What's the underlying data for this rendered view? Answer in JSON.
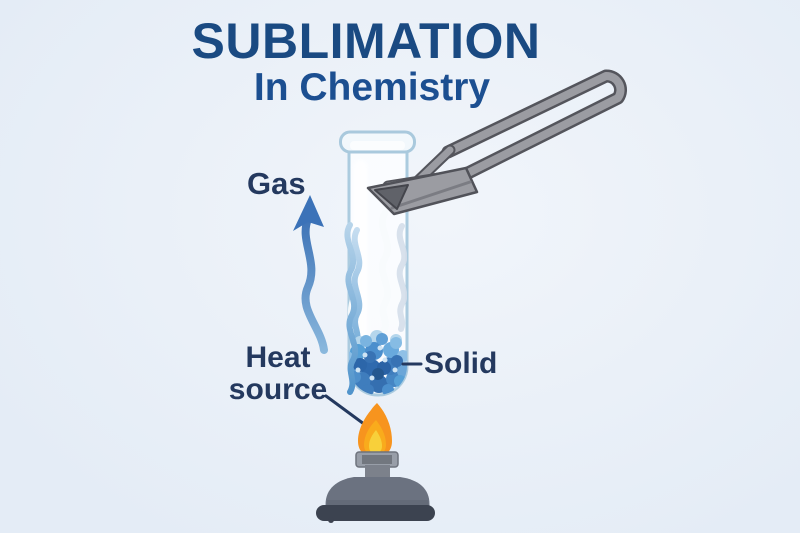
{
  "page": {
    "background": "#eaf0f8"
  },
  "header": {
    "title": "SUBLIMATION",
    "title_color": "#1a4a82",
    "subtitle": "In Chemistry",
    "subtitle_color": "#1c4f91"
  },
  "labels": {
    "color": "#24395f",
    "gas": "Gas",
    "heat_line1": "Heat",
    "heat_line2": "source",
    "solid": "Solid"
  },
  "diagram": {
    "test_tube": {
      "outline": "#a9c9dd",
      "glass_fill": "#fbfdff"
    },
    "gas_arrow": {
      "head_color": "#3b72b8",
      "gradient_top": "#3a6fb4",
      "gradient_bottom": "#8cbade"
    },
    "solid_crystals": {
      "palette": [
        "#2c66a9",
        "#3873b4",
        "#4b8fcd",
        "#69aadd",
        "#8fc0e6",
        "#b5d6ec"
      ]
    },
    "tongs": {
      "metal": "#9b9ca2",
      "outline": "#54555c",
      "tip_dark": "#606269"
    },
    "flame": {
      "outer": "#f7941e",
      "mid": "#f9ab1c",
      "inner": "#f8d03a"
    },
    "burner": {
      "body": "#6b7280",
      "base_rim": "#3c4350",
      "collar": "#989ea8",
      "collar_band": "#72777f",
      "neck": "#7c818b"
    },
    "pointer_line_color": "#24395f"
  }
}
